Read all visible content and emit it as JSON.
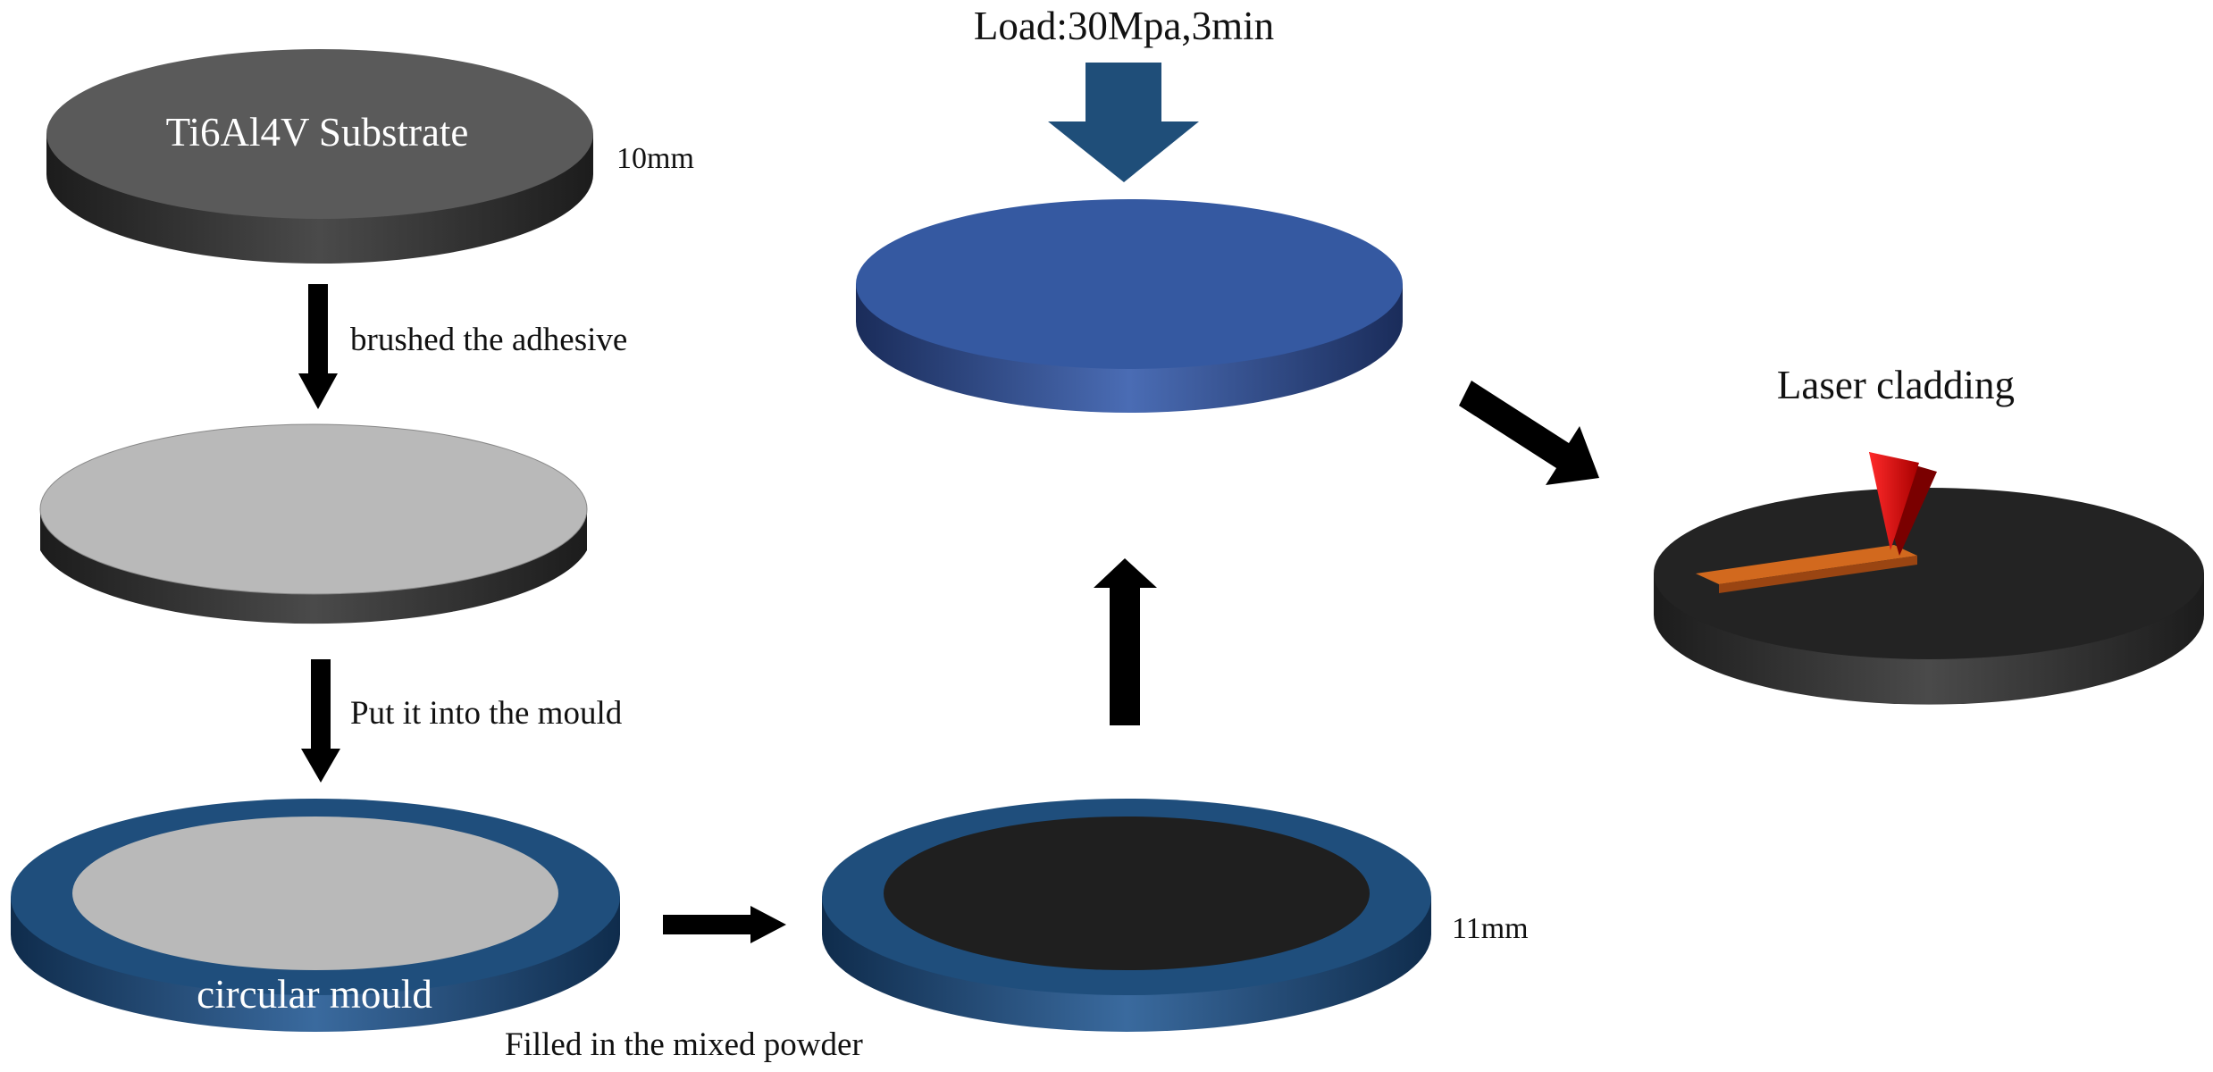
{
  "labels": {
    "substrate": "Ti6Al4V Substrate",
    "thickness_substrate": "10mm",
    "step_adhesive": "brushed the adhesive",
    "step_mould": "Put it into the mould",
    "mould": "circular mould",
    "step_powder": "Filled in the mixed powder",
    "thickness_mould": "11mm",
    "load": "Load:30Mpa,3min",
    "laser": "Laser cladding"
  },
  "colors": {
    "substrate_top": "#5a5a5a",
    "adhesive_top": "#b9b9b9",
    "mould_blue": "#1f4e7c",
    "powder": "#1f1f1f",
    "pressed_blue": "#3559a1",
    "load_arrow": "#1f4e79",
    "cladding_track": "#d2691e",
    "laser_beam": "#d41414"
  }
}
